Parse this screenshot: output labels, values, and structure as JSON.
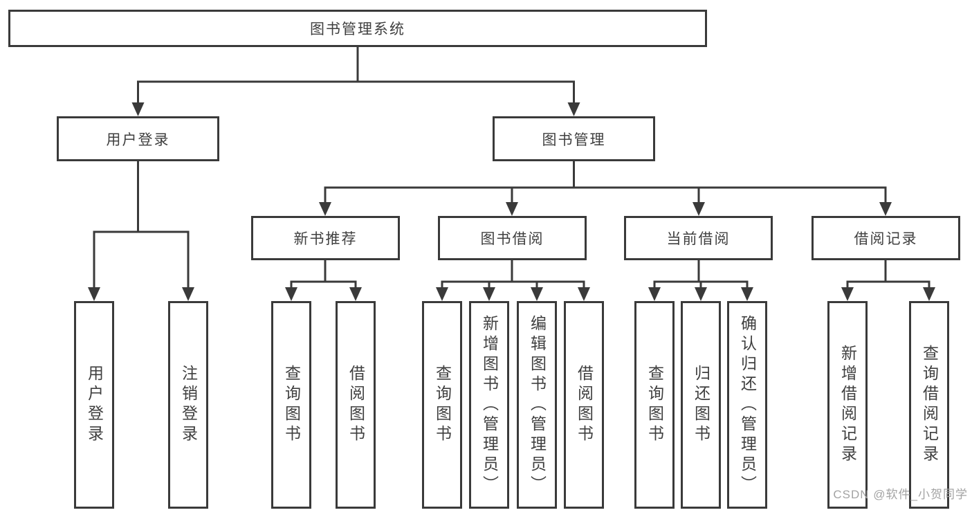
{
  "root": {
    "label": "图书管理系统"
  },
  "user_login": {
    "label": "用户登录",
    "children": [
      "用户登录",
      "注销登录"
    ]
  },
  "book_mgmt": {
    "label": "图书管理",
    "new_book": {
      "label": "新书推荐",
      "children": [
        "查询图书",
        "借阅图书"
      ]
    },
    "book_borrow": {
      "label": "图书借阅",
      "children": [
        "查询图书",
        "新增图书（管理员）",
        "编辑图书（管理员）",
        "借阅图书"
      ]
    },
    "current_borrow": {
      "label": "当前借阅",
      "children": [
        "查询图书",
        "归还图书",
        "确认归还（管理员）"
      ]
    },
    "borrow_records": {
      "label": "借阅记录",
      "children": [
        "新增借阅记录",
        "查询借阅记录"
      ]
    }
  },
  "watermark": "CSDN @软件_小贺同学",
  "colors": {
    "line": "#3a3a3a",
    "box_border": "#3a3a3a",
    "text": "#3f3f3f",
    "watermark": "#a3a3a3",
    "background": "#ffffff"
  }
}
